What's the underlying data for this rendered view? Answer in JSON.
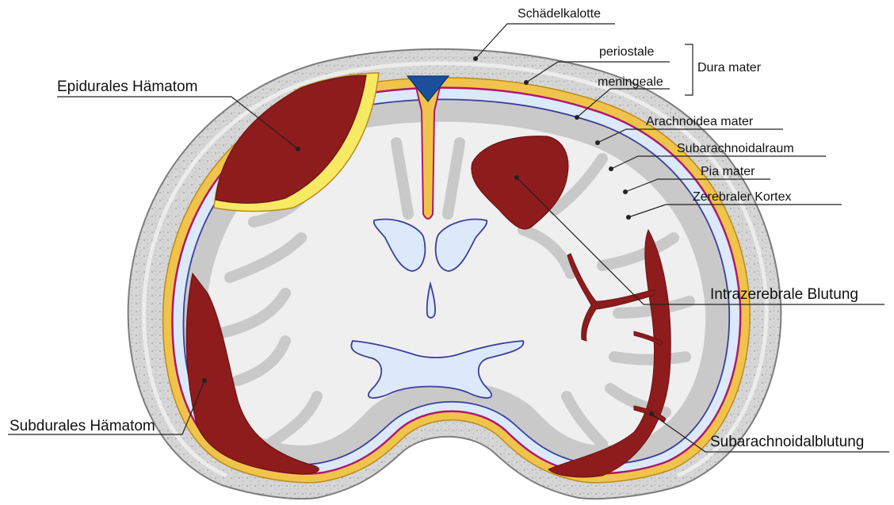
{
  "labels": {
    "skull": "Schädelkalotte",
    "periosteal": "periostale",
    "meningeal": "meningeale",
    "dura": "Dura mater",
    "arachnoid": "Arachnoidea mater",
    "subarachnoid_space": "Subarachnoidalraum",
    "pia": "Pia mater",
    "cortex": "Zerebraler Kortex",
    "epidural": "Epidurales Hämatom",
    "intracerebral": "Intrazerebrale Blutung",
    "subdural": "Subdurales Hämatom",
    "subarachnoid_hemorrhage": "Subarachnoidalblutung"
  },
  "colors": {
    "skull_fill": "#d4d4d4",
    "skull_outline": "#8a8a8a",
    "dura_yellow": "#f0c44a",
    "arachnoid_magenta": "#b0186f",
    "pia_blue": "#3b3f9a",
    "csf_light_blue": "#dbe9fb",
    "cortex_gray": "#c9c9c9",
    "white_matter": "#efefef",
    "hematoma": "#8e1c1c",
    "epidural_yellow": "#f6ea63",
    "sinus_blue": "#1b4f9c"
  }
}
